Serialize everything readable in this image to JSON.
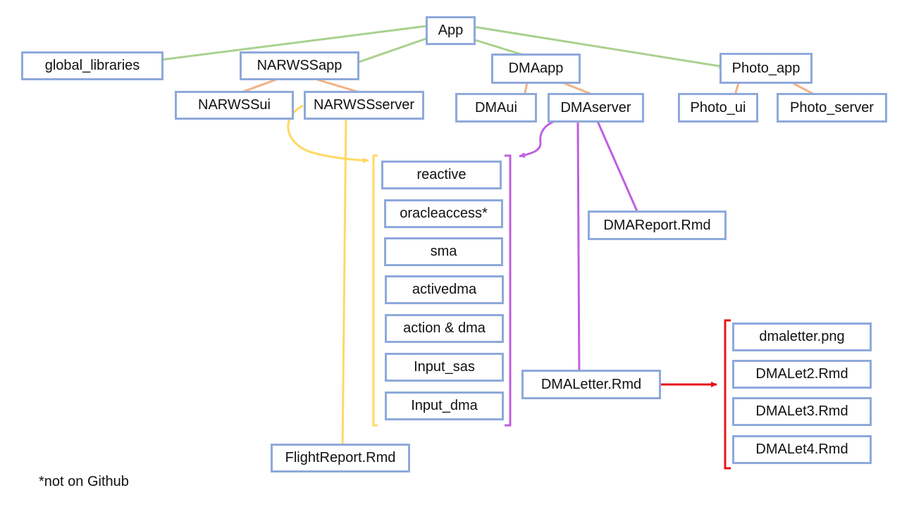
{
  "nodes": {
    "app": "App",
    "global_libraries": "global_libraries",
    "narwssapp": "NARWSSapp",
    "dmaapp": "DMAapp",
    "photo_app": "Photo_app",
    "narwssui": "NARWSSui",
    "narwssserver": "NARWSSserver",
    "dmaui": "DMAui",
    "dmaserver": "DMAserver",
    "photo_ui": "Photo_ui",
    "photo_server": "Photo_server",
    "reactive": "reactive",
    "oracleaccess": "oracleaccess*",
    "sma": "sma",
    "activedma": "activedma",
    "action_dma": "action & dma",
    "input_sas": "Input_sas",
    "input_dma": "Input_dma",
    "dmareport": "DMAReport.Rmd",
    "flightreport": "FlightReport.Rmd",
    "dmaletter": "DMALetter.Rmd",
    "dmaletter_png": "dmaletter.png",
    "dmalet2": "DMALet2.Rmd",
    "dmalet3": "DMALet3.Rmd",
    "dmalet4": "DMALet4.Rmd"
  },
  "footnote": "*not on Github",
  "colors": {
    "node_border": "#8ea9db",
    "app_edges": "#a9d18e",
    "sub_edges": "#f4b183",
    "narwss_edges": "#ffd966",
    "dma_edges": "#bf5fdf",
    "letter_edges": "#e8121a"
  }
}
